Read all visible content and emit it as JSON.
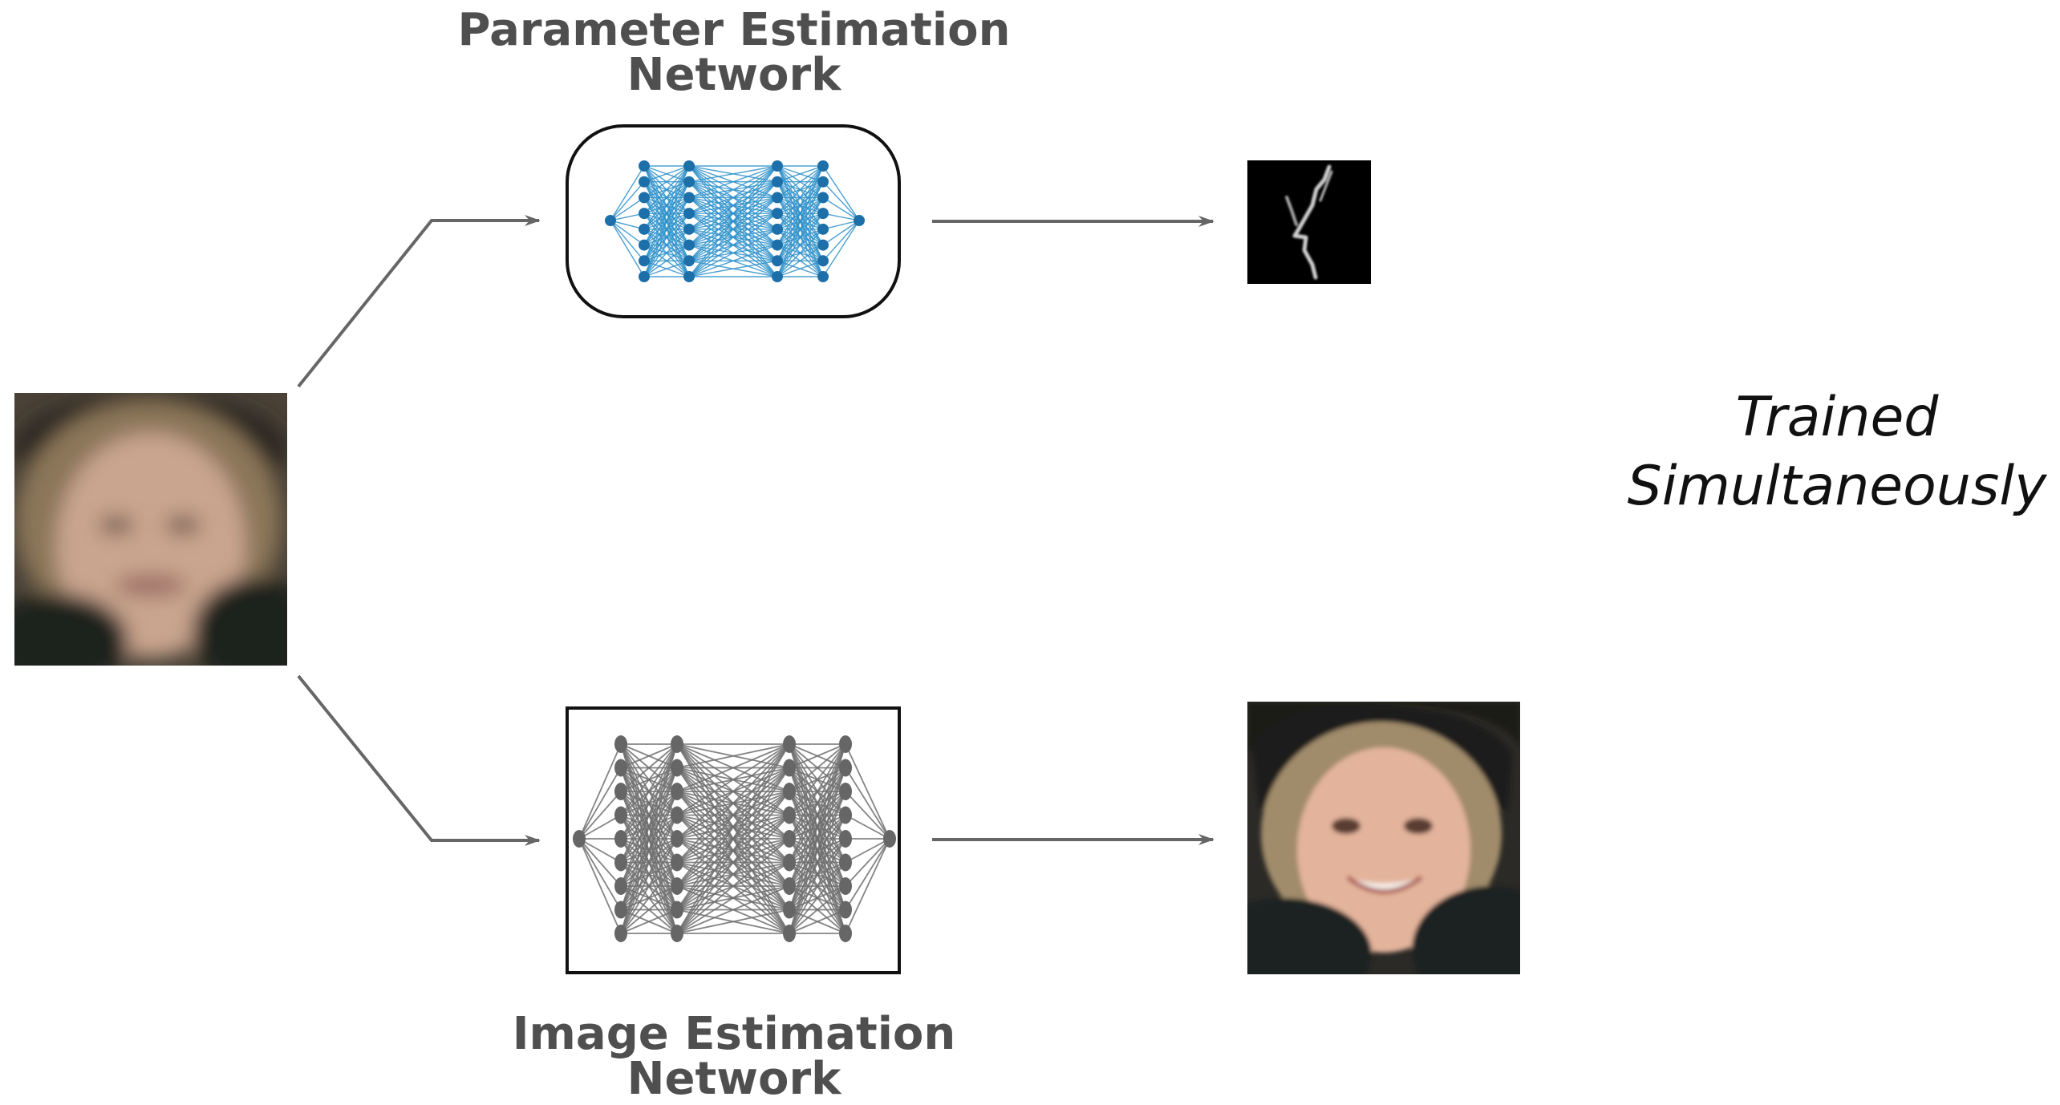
{
  "parameter_network": {
    "title_line1": "Parameter Estimation",
    "title_line2": "Network",
    "color": "#2b8fc9",
    "node_color": "#1c6fa8"
  },
  "image_network": {
    "title_line1": "Image Estimation",
    "title_line2": "Network",
    "color": "#6e6e6e",
    "node_color": "#666666"
  },
  "note": {
    "line1": "Trained",
    "line2": "Simultaneously"
  },
  "images": {
    "input": "blurred-face-image",
    "kernel": "blur-kernel-image",
    "output": "restored-face-image"
  },
  "colors": {
    "arrow": "#666666",
    "title_text": "#4f4f4f"
  }
}
